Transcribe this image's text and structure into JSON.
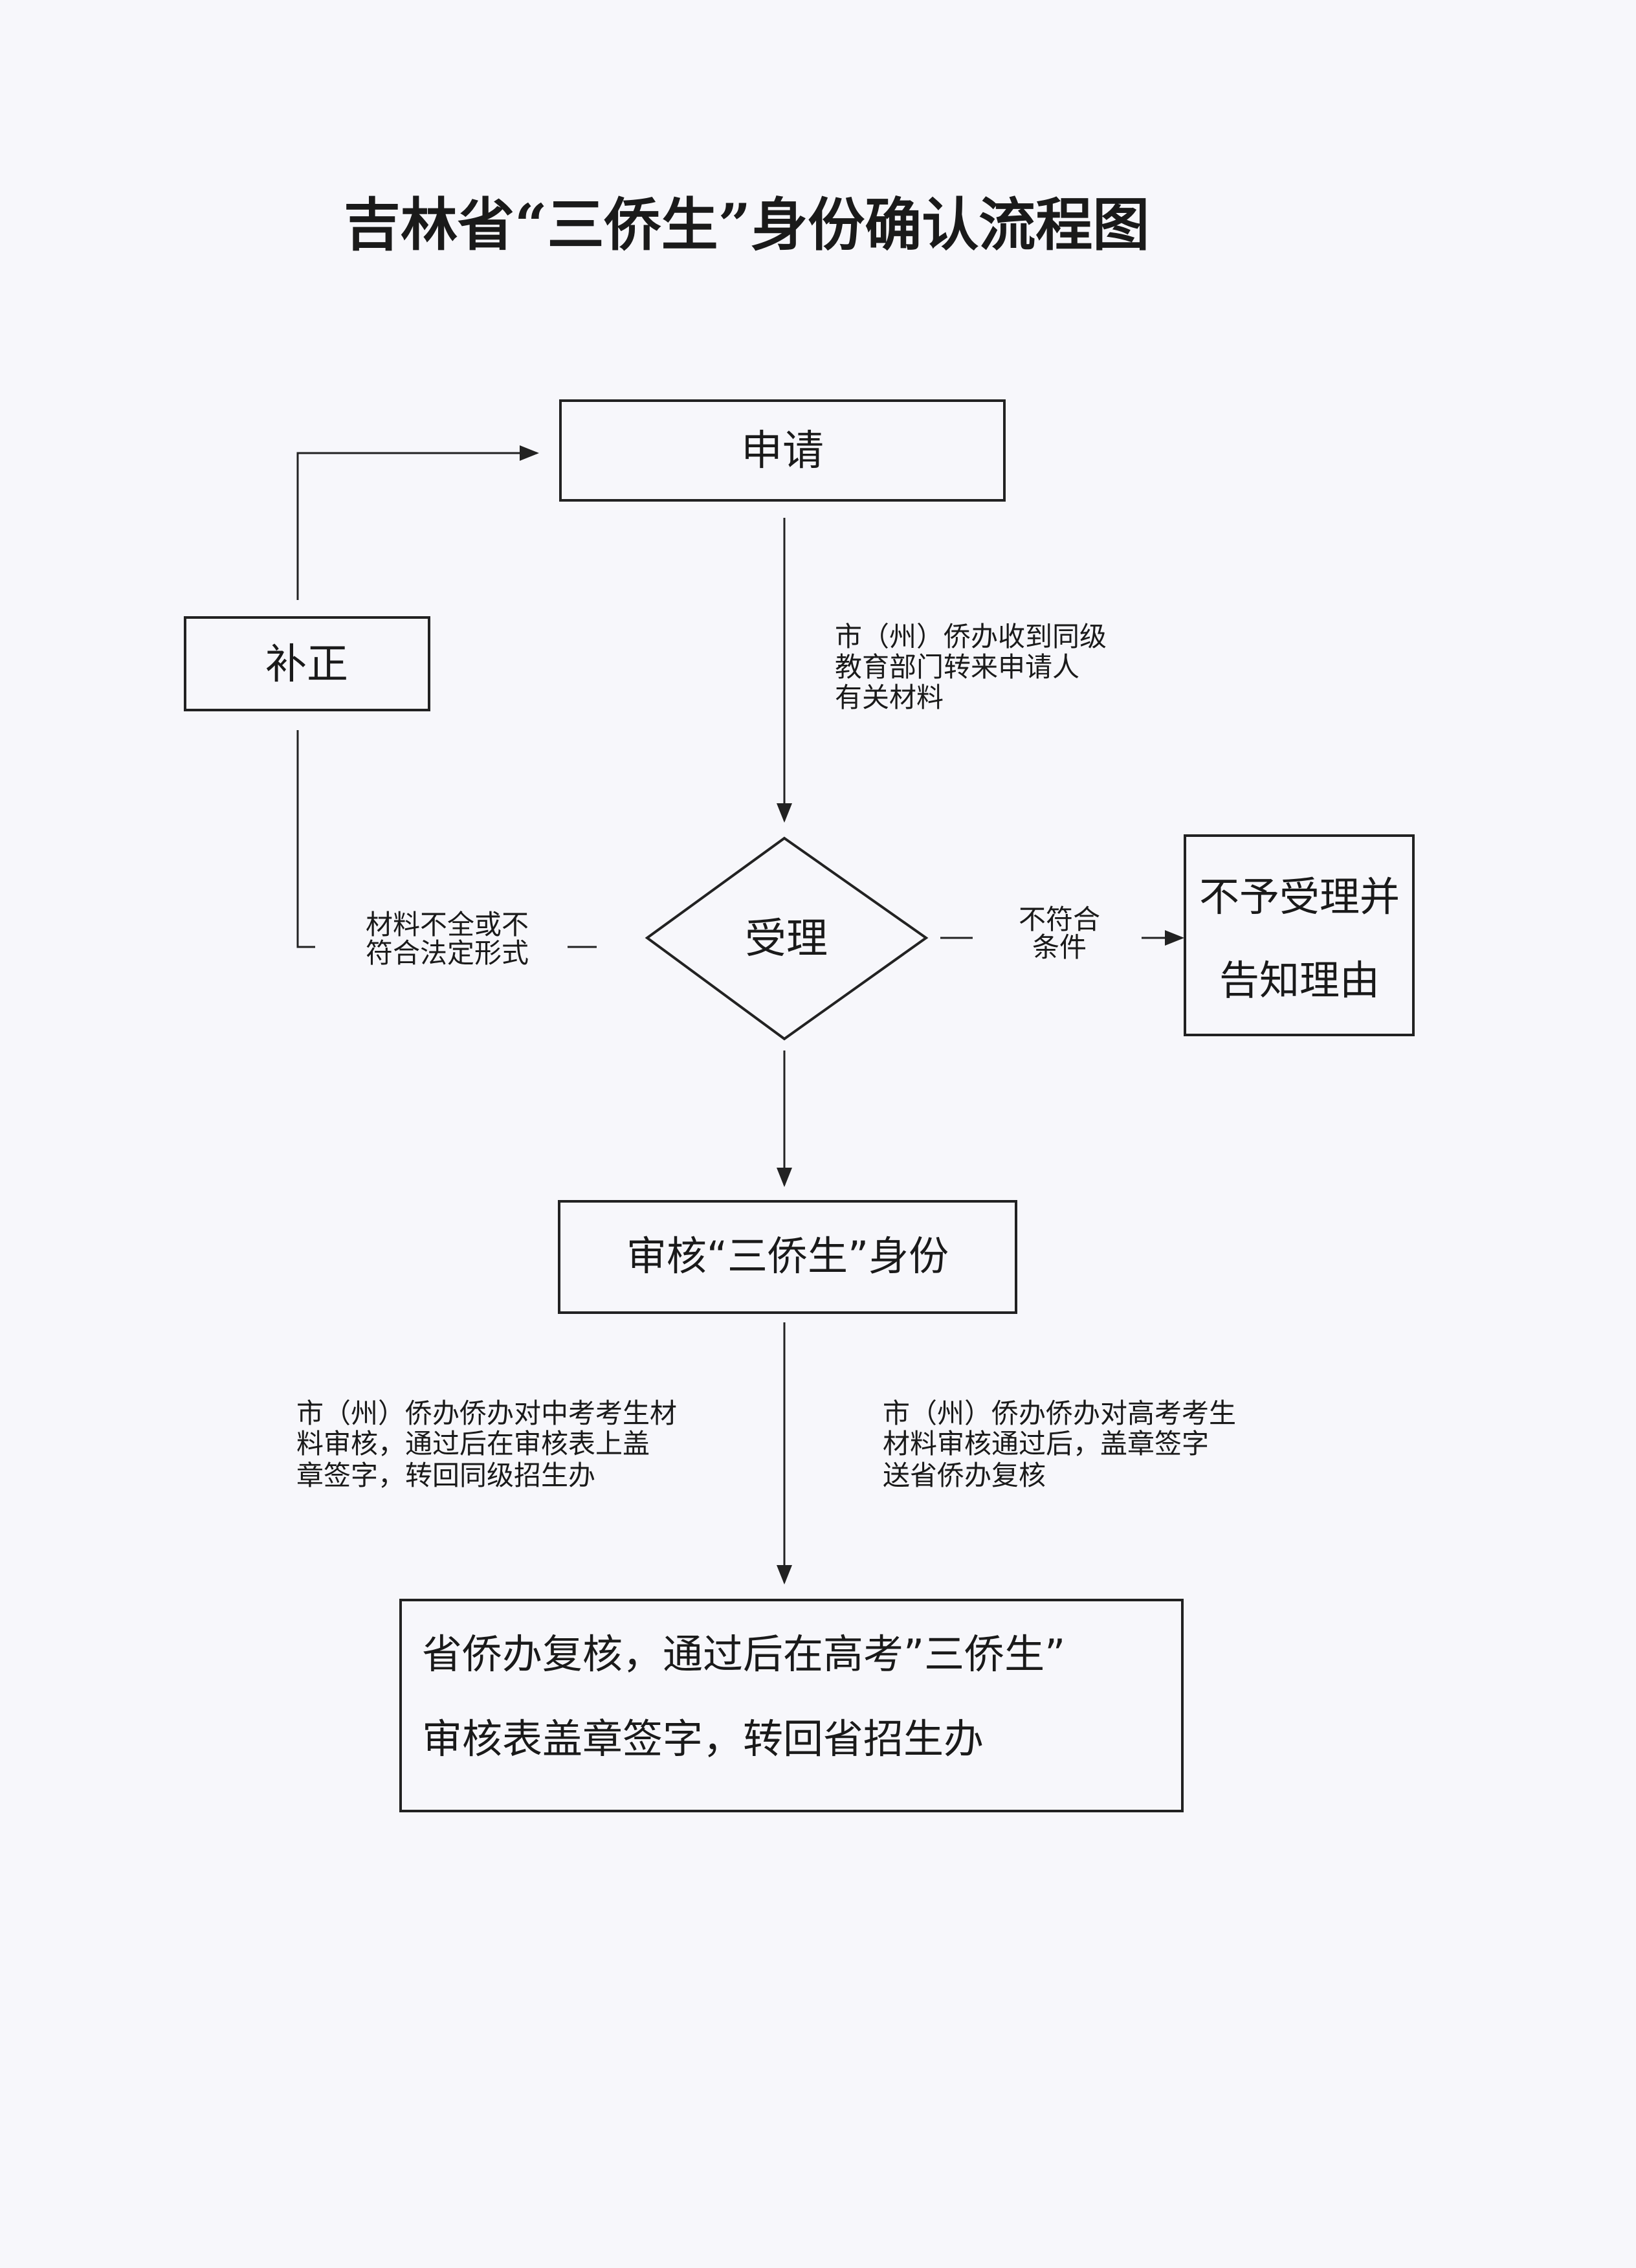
{
  "title": "吉林省“三侨生”身份确认流程图",
  "nodes": {
    "apply": "申请",
    "correct": "补正",
    "accept": "受理",
    "reject": [
      "不予受理并",
      "告知理由"
    ],
    "review": "审核“三侨生”身份",
    "final": [
      "省侨办复核，通过后在高考”三侨生”",
      "审核表盖章签字，转回省招生办"
    ]
  },
  "edges": {
    "apply_to_accept": [
      "市（州）侨办收到同级",
      "教育部门转来申请人",
      "有关材料"
    ],
    "accept_to_correct": [
      "材料不全或不",
      "符合法定形式"
    ],
    "accept_to_reject": [
      "不符合",
      "条件"
    ],
    "review_left": [
      "市（州）侨办侨办对中考考生材",
      "料审核，通过后在审核表上盖",
      "章签字，转回同级招生办"
    ],
    "review_right": [
      "市（州）侨办侨办对高考考生",
      "材料审核通过后，盖章签字",
      "送省侨办复核"
    ]
  }
}
